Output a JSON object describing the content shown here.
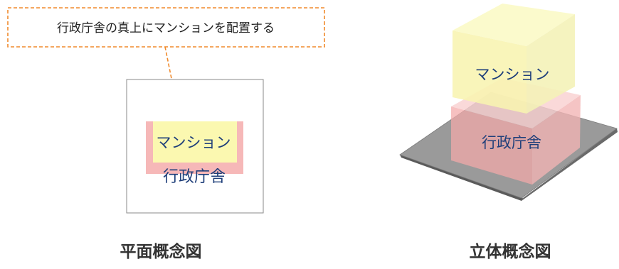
{
  "callout": {
    "text": "行政庁舎の真上にマンションを配置する"
  },
  "plan_view": {
    "mansion_label": "マンション",
    "government_label": "行政庁舎",
    "caption": "平面概念図"
  },
  "three_d_view": {
    "mansion_label": "マンション",
    "government_label": "行政庁舎",
    "caption": "立体概念図"
  },
  "colors": {
    "callout_border": "#f08a2c",
    "mansion_fill": "#fbf8b0",
    "government_fill": "#f6b8b8",
    "label_text": "#1f3f7a",
    "ground": "#9a9a9a"
  }
}
